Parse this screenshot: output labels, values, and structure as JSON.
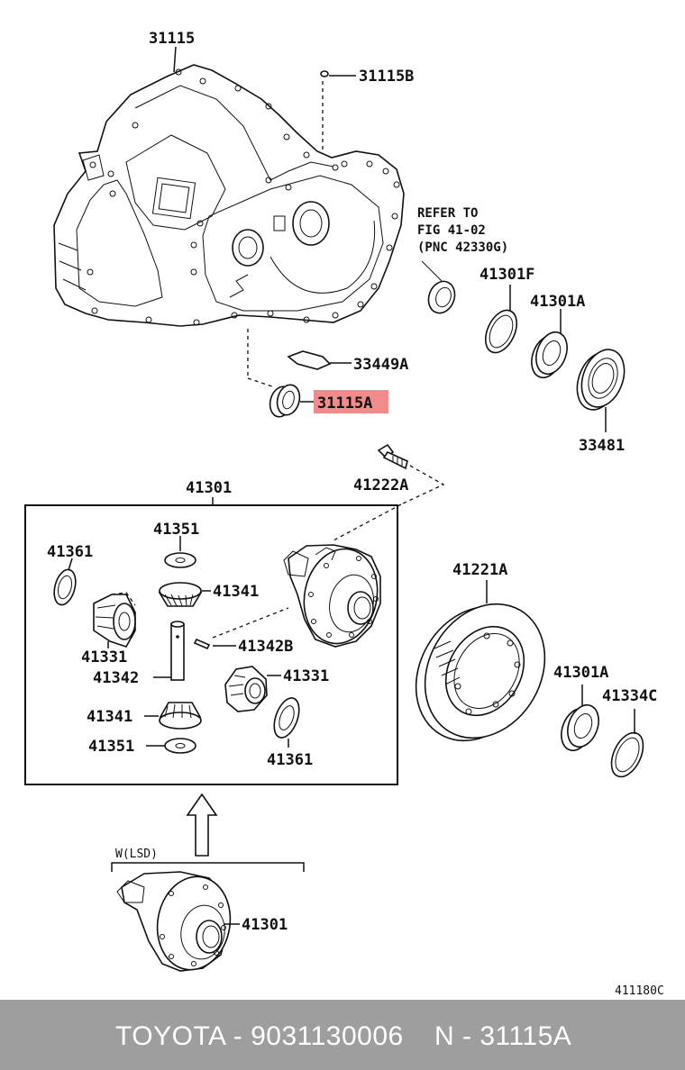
{
  "diagram": {
    "labels": {
      "p31115": "31115",
      "p31115B": "31115B",
      "refer_line1": "REFER TO",
      "refer_line2": "FIG 41-02",
      "refer_line3": "(PNC 42330G)",
      "p41301F": "41301F",
      "p41301A_top": "41301A",
      "p33449A": "33449A",
      "p31115A": "31115A",
      "p33481": "33481",
      "p41222A": "41222A",
      "p41301_box": "41301",
      "p41351_top": "41351",
      "p41361_left": "41361",
      "p41341_top": "41341",
      "p41331_left": "41331",
      "p41342B": "41342B",
      "p41342": "41342",
      "p41331_right": "41331",
      "p41341_bottom": "41341",
      "p41351_bottom": "41351",
      "p41361_right": "41361",
      "p41221A": "41221A",
      "p41301A_bottom": "41301A",
      "p41334C": "41334C",
      "lsd": "W(LSD)",
      "p41301_lsd": "41301",
      "fig_code": "411180C"
    },
    "highlight_color": "#f28b8b"
  },
  "footer": {
    "left": "TOYOTA - 9031130006",
    "right": "N - 31115A"
  }
}
